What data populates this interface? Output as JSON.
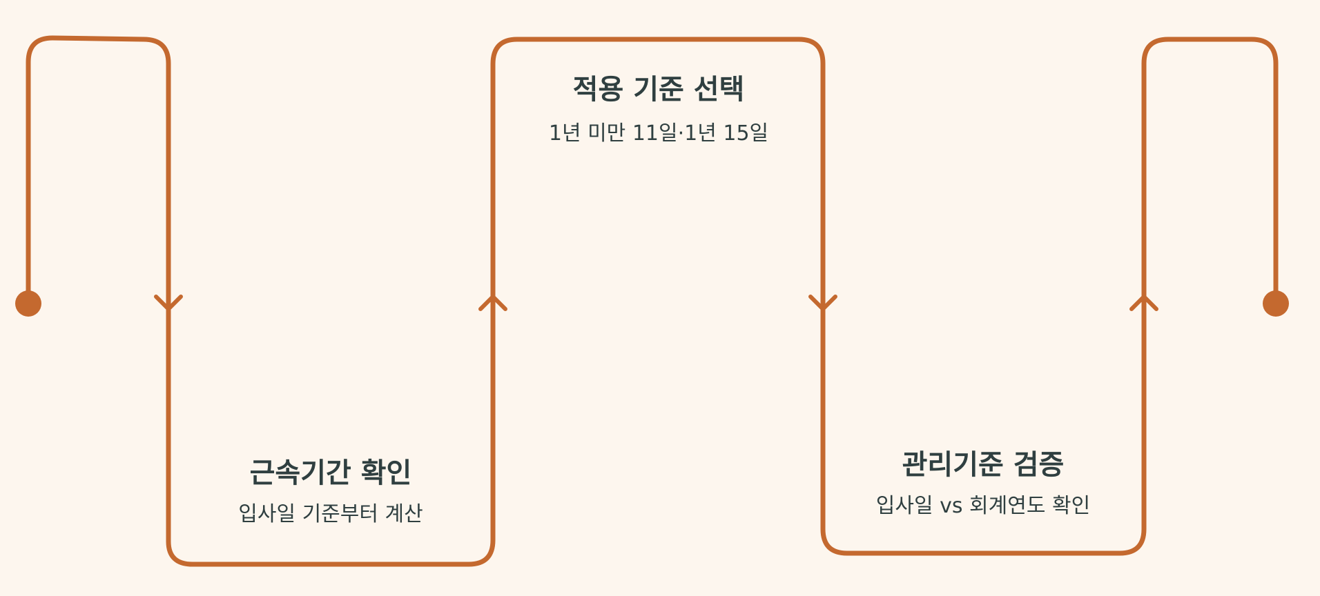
{
  "colors": {
    "background": "#fdf6ee",
    "path": "#c4692f",
    "text": "#2f3f40"
  },
  "steps": [
    {
      "title": "근속기간 확인",
      "description": "입사일 기준부터 계산"
    },
    {
      "title": "적용 기준 선택",
      "description": "1년 미만 11일·1년 15일"
    },
    {
      "title": "관리기준 검증",
      "description": "입사일 vs 회계연도 확인"
    }
  ],
  "icons": {
    "start": "dot-marker",
    "end": "dot-marker",
    "direction": "chevron-arrow"
  }
}
